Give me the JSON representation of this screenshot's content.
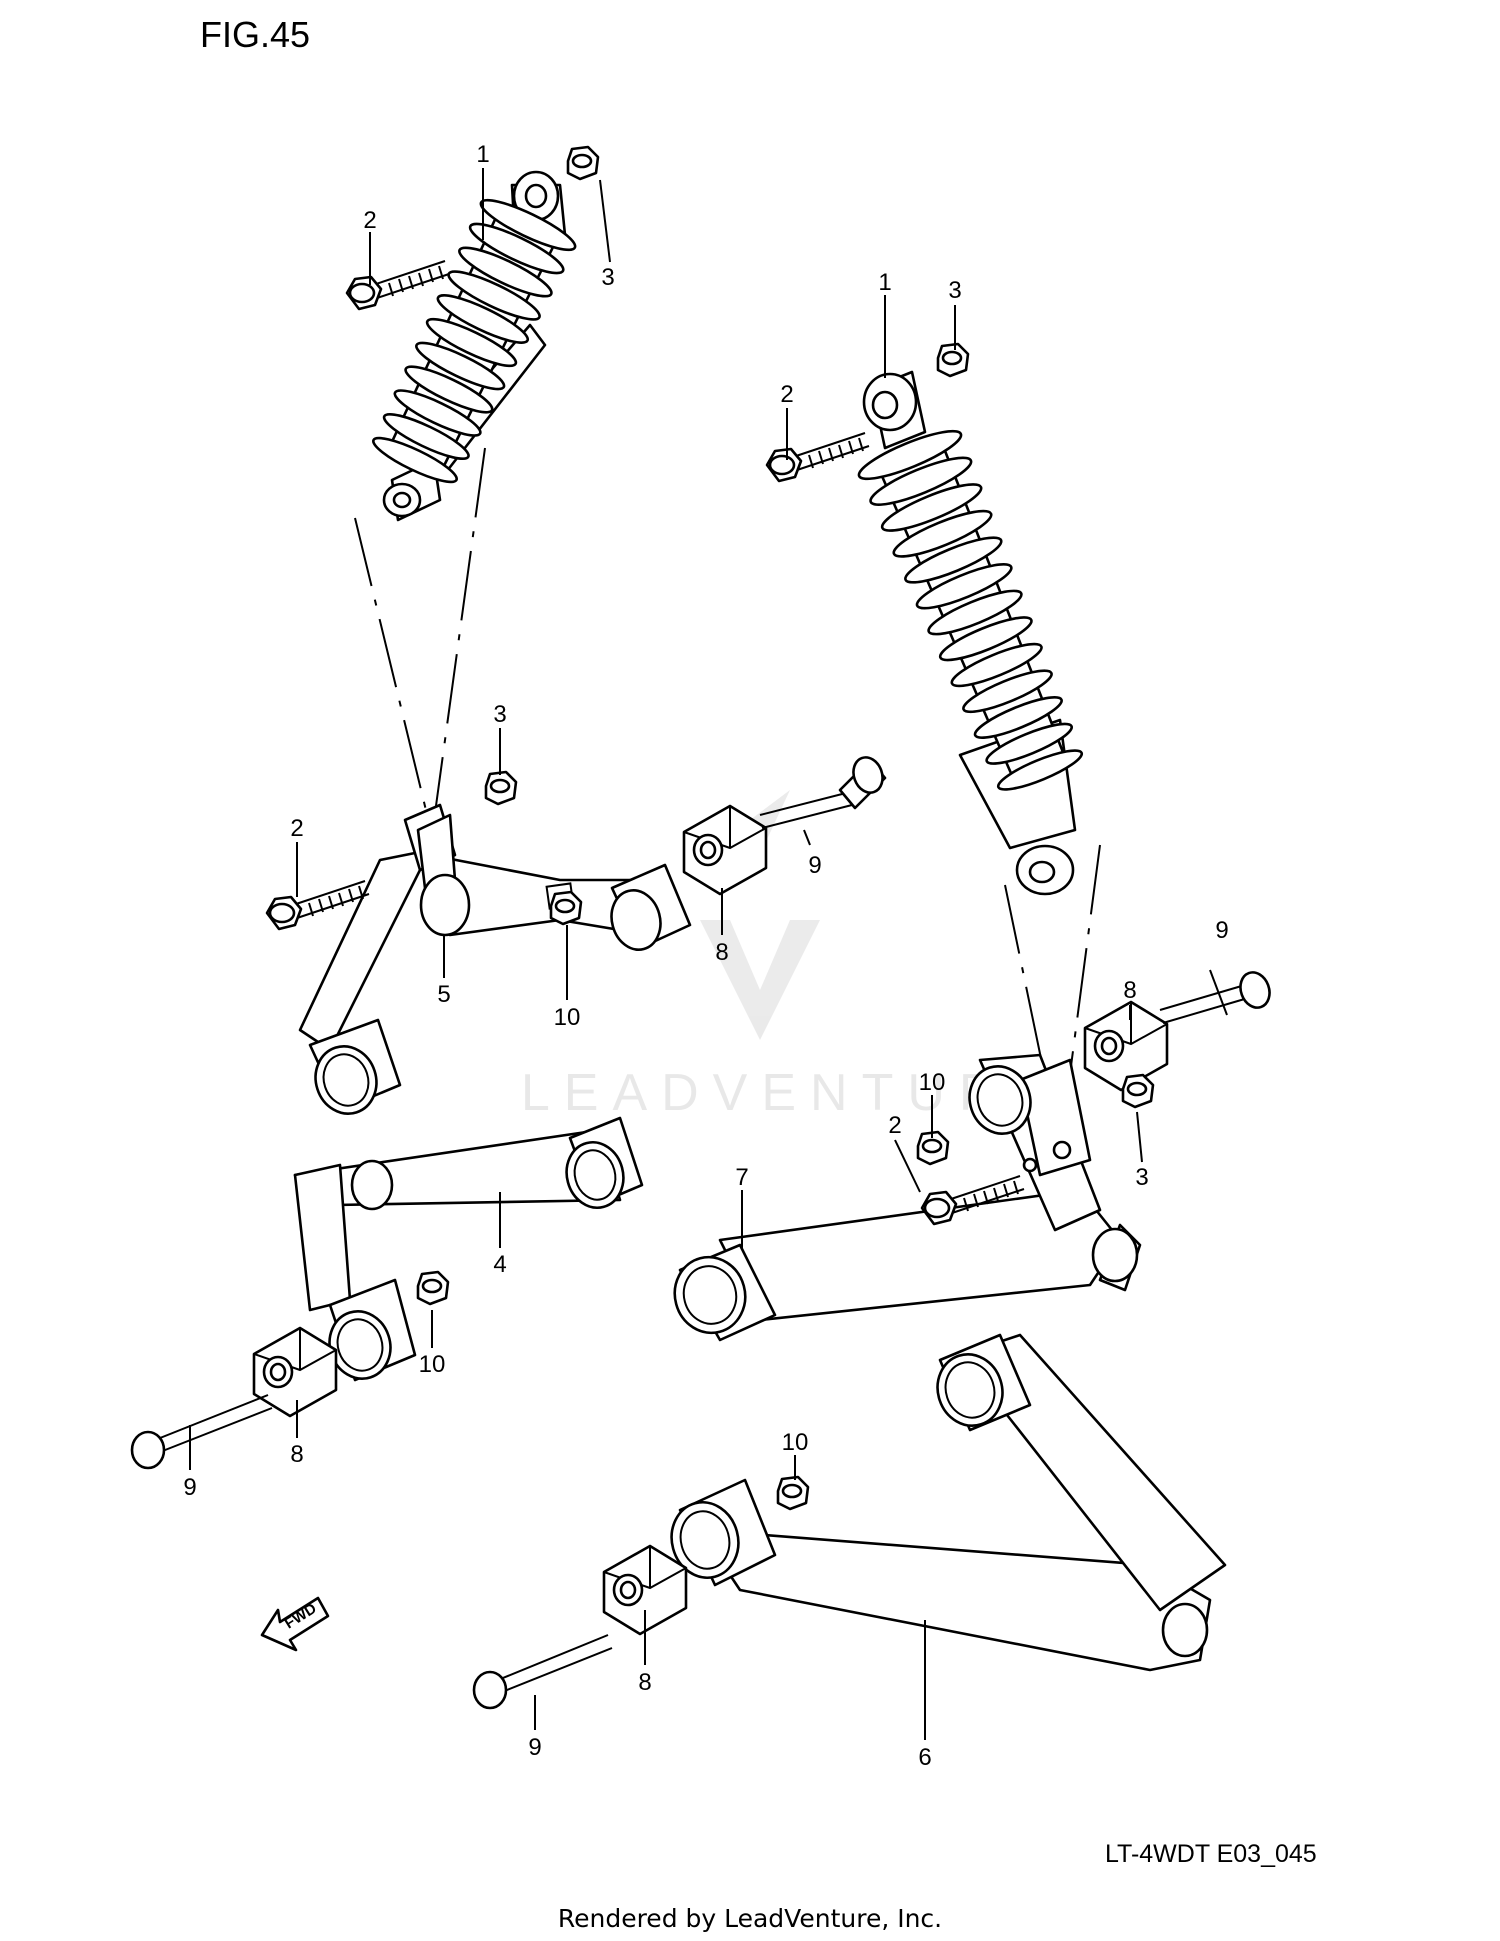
{
  "figure": {
    "title": "FIG.45",
    "code": "LT-4WDT E03_045",
    "footer": "Rendered by LeadVenture, Inc.",
    "watermark": "LEADVENTURE",
    "fwd_label": "FWD"
  },
  "callouts": [
    {
      "id": "c1",
      "text": "1"
    },
    {
      "id": "c2",
      "text": "2"
    },
    {
      "id": "c3",
      "text": "3"
    },
    {
      "id": "c4",
      "text": "1"
    },
    {
      "id": "c5",
      "text": "2"
    },
    {
      "id": "c6",
      "text": "3"
    },
    {
      "id": "c7",
      "text": "3"
    },
    {
      "id": "c8",
      "text": "2"
    },
    {
      "id": "c9",
      "text": "5"
    },
    {
      "id": "c10",
      "text": "10"
    },
    {
      "id": "c11",
      "text": "9"
    },
    {
      "id": "c12",
      "text": "8"
    },
    {
      "id": "c13",
      "text": "9"
    },
    {
      "id": "c14",
      "text": "8"
    },
    {
      "id": "c15",
      "text": "10"
    },
    {
      "id": "c16",
      "text": "2"
    },
    {
      "id": "c17",
      "text": "3"
    },
    {
      "id": "c18",
      "text": "7"
    },
    {
      "id": "c19",
      "text": "4"
    },
    {
      "id": "c20",
      "text": "10"
    },
    {
      "id": "c21",
      "text": "9"
    },
    {
      "id": "c22",
      "text": "8"
    },
    {
      "id": "c23",
      "text": "10"
    },
    {
      "id": "c24",
      "text": "8"
    },
    {
      "id": "c25",
      "text": "9"
    },
    {
      "id": "c26",
      "text": "6"
    }
  ]
}
